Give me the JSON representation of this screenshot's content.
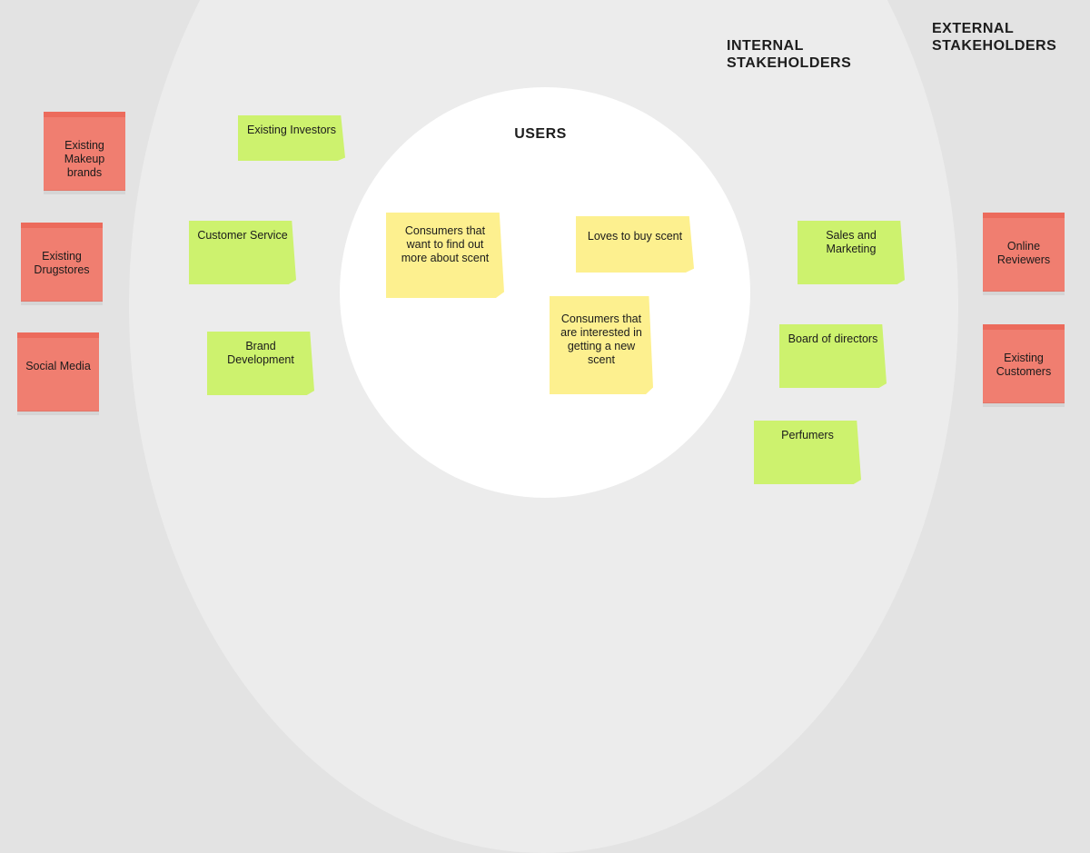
{
  "headings": {
    "users": "USERS",
    "internal": "INTERNAL STAKEHOLDERS",
    "external": "EXTERNAL STAKEHOLDERS"
  },
  "users_notes": [
    "Consumers that want to find out more about scent",
    "Loves to buy scent",
    "Consumers that are interested in getting a new scent"
  ],
  "internal_notes": [
    "Existing Investors",
    "Customer Service",
    "Brand Development",
    "Sales and Marketing",
    "Board of directors",
    "Perfumers"
  ],
  "external_notes": [
    "Existing Makeup brands",
    "Existing Drugstores",
    "Social Media",
    "Online Reviewers",
    "Existing Customers"
  ],
  "colors": {
    "users": "#fdf08f",
    "internal": "#cdf26e",
    "external": "#f07e70"
  }
}
